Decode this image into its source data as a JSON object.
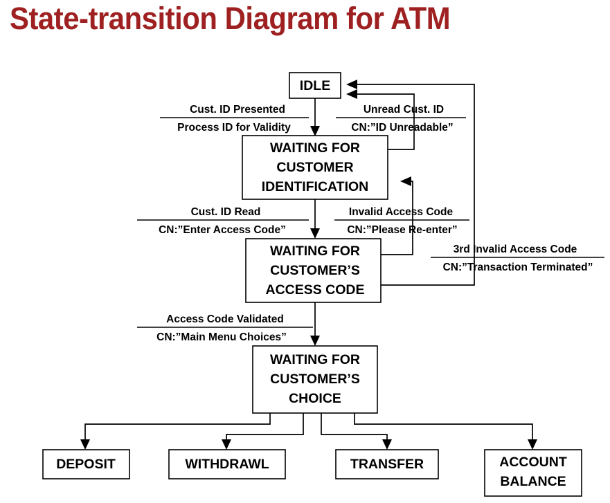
{
  "title": "State-transition Diagram for ATM",
  "theme": {
    "title_color": "#9e2021",
    "line_color": "#000000",
    "box_fill": "#ffffff",
    "text_color": "#000000",
    "background": "#ffffff"
  },
  "states": [
    {
      "id": "idle",
      "lines": [
        "IDLE"
      ]
    },
    {
      "id": "wait_ident",
      "lines": [
        "WAITING FOR",
        "CUSTOMER",
        "IDENTIFICATION"
      ]
    },
    {
      "id": "wait_code",
      "lines": [
        "WAITING FOR",
        "CUSTOMER’S",
        "ACCESS CODE"
      ]
    },
    {
      "id": "wait_choice",
      "lines": [
        "WAITING FOR",
        "CUSTOMER’S",
        "CHOICE"
      ]
    }
  ],
  "terminals": [
    {
      "id": "deposit",
      "lines": [
        "DEPOSIT"
      ]
    },
    {
      "id": "withdrawl",
      "lines": [
        "WITHDRAWL"
      ]
    },
    {
      "id": "transfer",
      "lines": [
        "TRANSFER"
      ]
    },
    {
      "id": "balance",
      "lines": [
        "ACCOUNT",
        "BALANCE"
      ]
    }
  ],
  "transitions": [
    {
      "id": "idle-to-ident",
      "from": "idle",
      "to": "wait_ident",
      "event": "Cust. ID Presented",
      "action": "Process ID for Validity"
    },
    {
      "id": "ident-to-idle",
      "from": "wait_ident",
      "to": "idle",
      "event": "Unread Cust. ID",
      "action": "CN:”ID Unreadable”"
    },
    {
      "id": "ident-to-code",
      "from": "wait_ident",
      "to": "wait_code",
      "event": "Cust. ID Read",
      "action": "CN:”Enter Access Code”"
    },
    {
      "id": "code-to-ident",
      "from": "wait_code",
      "to": "wait_ident",
      "event": "Invalid Access Code",
      "action": "CN:”Please Re-enter”"
    },
    {
      "id": "code-to-idle",
      "from": "wait_code",
      "to": "idle",
      "event": "3rd Invalid Access Code",
      "action": "CN:”Transaction Terminated”"
    },
    {
      "id": "code-to-choice",
      "from": "wait_code",
      "to": "wait_choice",
      "event": "Access Code Validated",
      "action": "CN:”Main Menu Choices”"
    }
  ]
}
